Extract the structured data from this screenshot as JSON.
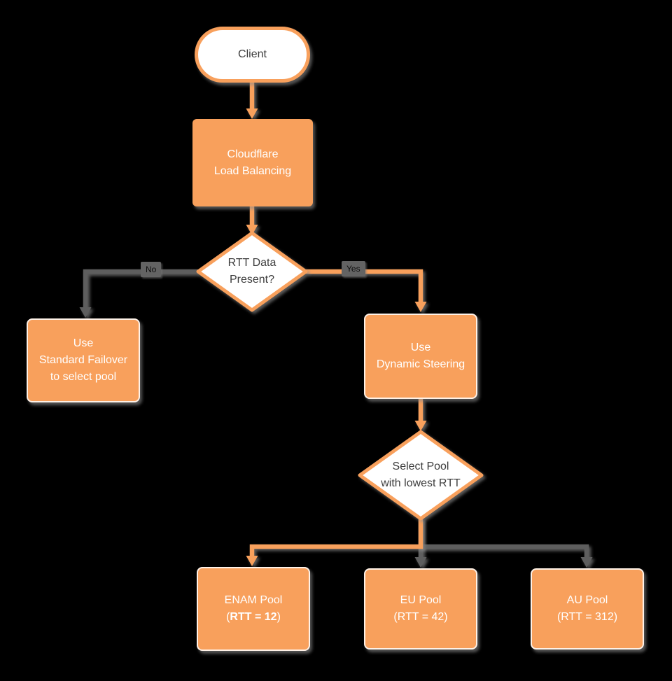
{
  "colors": {
    "background": "#000000",
    "accent_orange": "#F8A05C",
    "line_gray": "#5E5E5E",
    "text_dark": "#3D3D3D",
    "text_light": "#FFFFFF"
  },
  "nodes": {
    "client": {
      "label": "Client"
    },
    "cloudflare": {
      "line1": "Cloudflare",
      "line2": "Load Balancing"
    },
    "rtt_decision": {
      "line1": "RTT Data",
      "line2": "Present?"
    },
    "failover": {
      "line1": "Use",
      "line2": "Standard Failover",
      "line3": "to select pool"
    },
    "dynamic": {
      "line1": "Use",
      "line2": "Dynamic Steering"
    },
    "select_pool": {
      "line1": "Select Pool",
      "line2": "with lowest RTT"
    },
    "enam": {
      "line1": "ENAM Pool",
      "line2_open": "(",
      "line2_bold": "RTT = 12",
      "line2_close": ")"
    },
    "eu": {
      "line1": "EU Pool",
      "line2": "(RTT = 42)"
    },
    "au": {
      "line1": "AU Pool",
      "line2": "(RTT = 312)"
    }
  },
  "edges": {
    "no_label": "No",
    "yes_label": "Yes"
  }
}
